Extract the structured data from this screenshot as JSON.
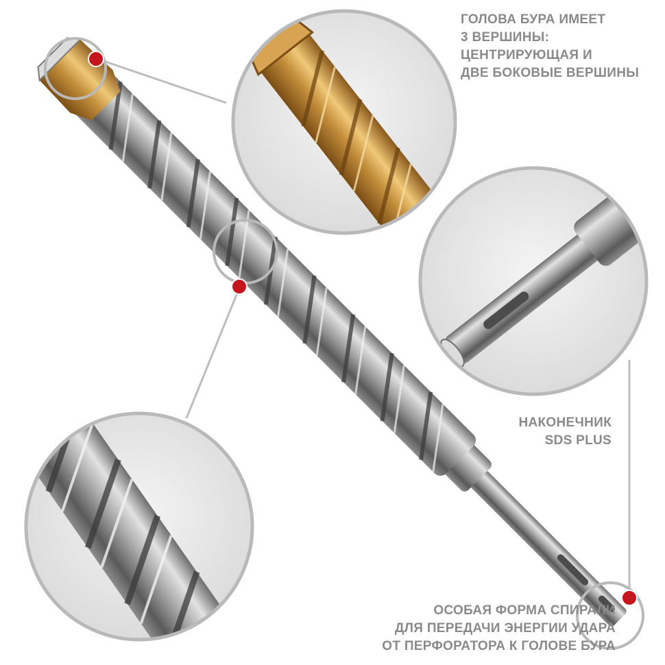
{
  "captions": {
    "head": [
      "ГОЛОВА БУРА ИМЕЕТ",
      "3 ВЕРШИНЫ:",
      "ЦЕНТРИРУЮЩАЯ И",
      "ДВЕ БОКОВЫЕ ВЕРШИНЫ"
    ],
    "shank": [
      "НАКОНЕЧНИК",
      "SDS PLUS"
    ],
    "spiral": [
      "ОСОБАЯ ФОРМА СПИРАЛИ",
      "ДЛЯ ПЕРЕДАЧИ ЭНЕРГИИ УДАРА",
      "ОТ ПЕРФОРАТОРА К ГОЛОВЕ БУРА"
    ]
  },
  "colors": {
    "caption_text": "#8a8a8a",
    "callout_ring": "#b9b9b9",
    "marker_dot": "#c4161c",
    "steel": "#a9a9a9",
    "steel_dark": "#5e5e5e",
    "carbide_tip": "#c8953f"
  }
}
